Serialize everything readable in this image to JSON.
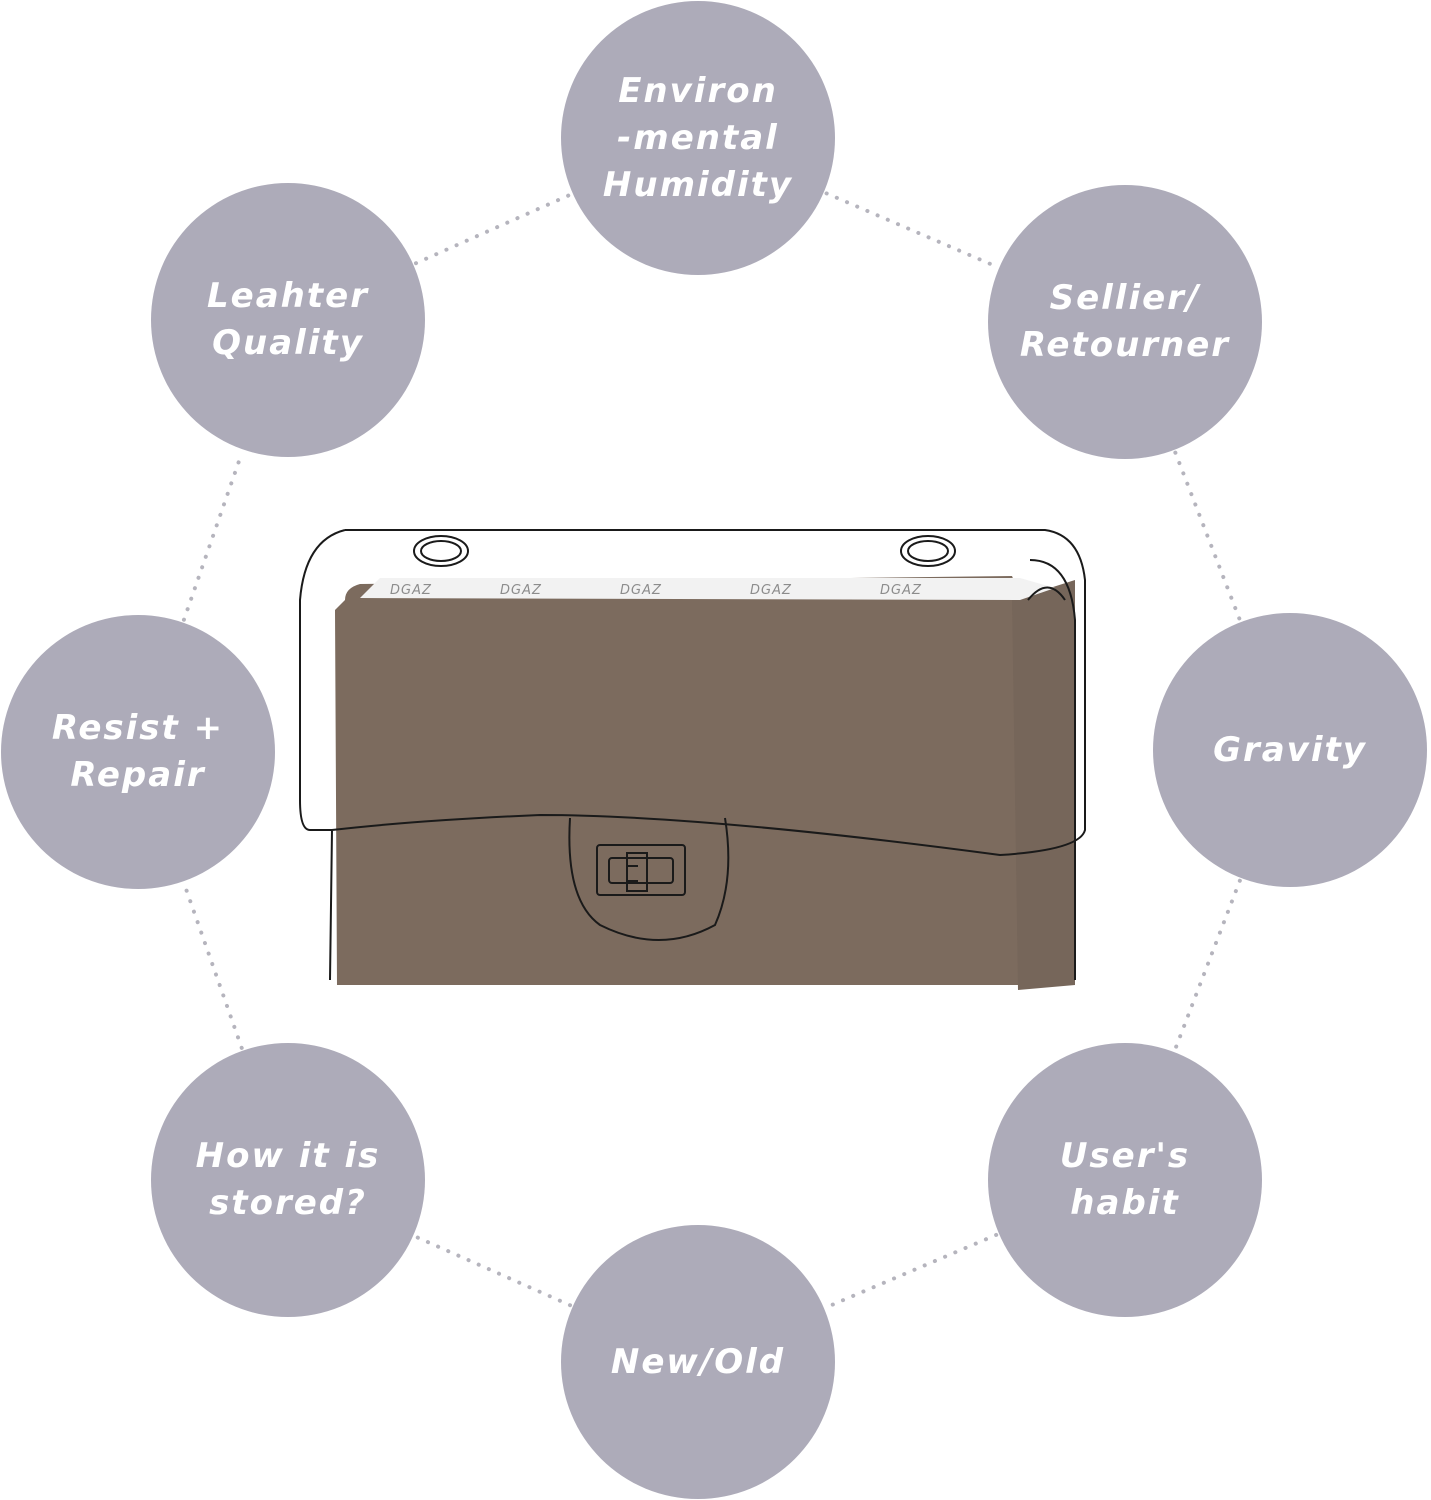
{
  "colors": {
    "circle": "#adabb9",
    "bag": "#7c6b5e",
    "text": "#ffffff",
    "dots": "#b5b4bd"
  },
  "factors": [
    {
      "id": "environmental-humidity",
      "lines": [
        "Environ",
        "-mental",
        "Humidity"
      ]
    },
    {
      "id": "sellier-retourner",
      "lines": [
        "Sellier/",
        "Retourner"
      ]
    },
    {
      "id": "gravity",
      "lines": [
        "Gravity"
      ]
    },
    {
      "id": "users-habit",
      "lines": [
        "User's",
        "habit"
      ]
    },
    {
      "id": "new-old",
      "lines": [
        "New/Old"
      ]
    },
    {
      "id": "how-stored",
      "lines": [
        "How it is",
        "stored?"
      ]
    },
    {
      "id": "resist-repair",
      "lines": [
        "Resist +",
        "Repair"
      ]
    },
    {
      "id": "leather-quality",
      "lines": [
        "Leahter",
        "Quality"
      ]
    }
  ],
  "bag": {
    "brand_text": "DGAZ"
  }
}
